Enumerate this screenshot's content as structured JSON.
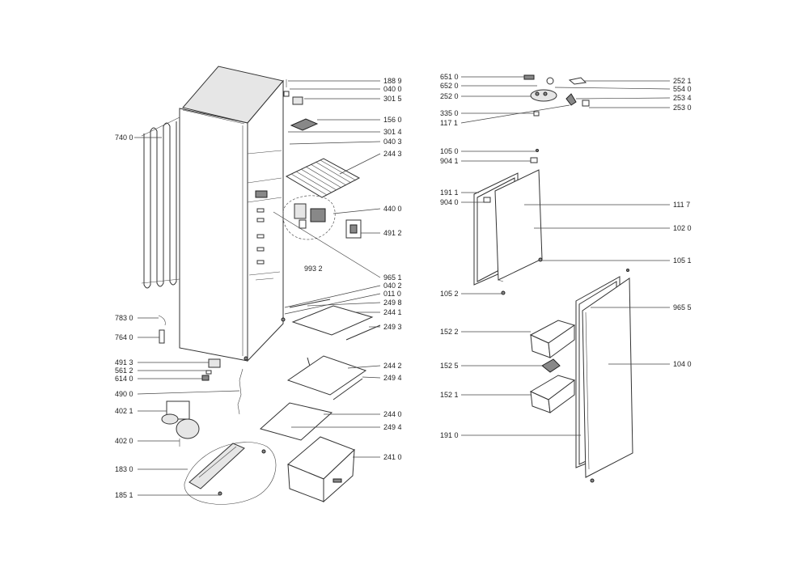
{
  "labels": [
    {
      "id": "l1889",
      "text": "188 9"
    },
    {
      "id": "l0400",
      "text": "040 0"
    },
    {
      "id": "l3015",
      "text": "301 5"
    },
    {
      "id": "l1560",
      "text": "156 0"
    },
    {
      "id": "l3014",
      "text": "301 4"
    },
    {
      "id": "l0403",
      "text": "040 3"
    },
    {
      "id": "l2443",
      "text": "244 3"
    },
    {
      "id": "l4400",
      "text": "440 0"
    },
    {
      "id": "l4912",
      "text": "491 2"
    },
    {
      "id": "l9932",
      "text": "993 2"
    },
    {
      "id": "l9651",
      "text": "965 1"
    },
    {
      "id": "l0402",
      "text": "040 2"
    },
    {
      "id": "l0110",
      "text": "011 0"
    },
    {
      "id": "l2498",
      "text": "249 8"
    },
    {
      "id": "l2441",
      "text": "244 1"
    },
    {
      "id": "l2493",
      "text": "249 3"
    },
    {
      "id": "l2442",
      "text": "244 2"
    },
    {
      "id": "l2494a",
      "text": "249 4"
    },
    {
      "id": "l2440",
      "text": "244 0"
    },
    {
      "id": "l2494b",
      "text": "249 4"
    },
    {
      "id": "l2410",
      "text": "241 0"
    },
    {
      "id": "l7400",
      "text": "740 0"
    },
    {
      "id": "l7830",
      "text": "783 0"
    },
    {
      "id": "l7640",
      "text": "764 0"
    },
    {
      "id": "l4913",
      "text": "491 3"
    },
    {
      "id": "l5612",
      "text": "561 2"
    },
    {
      "id": "l6140",
      "text": "614 0"
    },
    {
      "id": "l4900",
      "text": "490 0"
    },
    {
      "id": "l4021",
      "text": "402 1"
    },
    {
      "id": "l4020",
      "text": "402 0"
    },
    {
      "id": "l1830",
      "text": "183 0"
    },
    {
      "id": "l1851",
      "text": "185 1"
    },
    {
      "id": "l6510",
      "text": "651 0"
    },
    {
      "id": "l6520",
      "text": "652 0"
    },
    {
      "id": "l2520",
      "text": "252 0"
    },
    {
      "id": "l3350",
      "text": "335 0"
    },
    {
      "id": "l1171",
      "text": "117 1"
    },
    {
      "id": "l2521",
      "text": "252 1"
    },
    {
      "id": "l5540",
      "text": "554 0"
    },
    {
      "id": "l2534",
      "text": "253 4"
    },
    {
      "id": "l2530",
      "text": "253 0"
    },
    {
      "id": "l1050",
      "text": "105 0"
    },
    {
      "id": "l9041",
      "text": "904 1"
    },
    {
      "id": "l1911",
      "text": "191 1"
    },
    {
      "id": "l9040",
      "text": "904 0"
    },
    {
      "id": "l1117",
      "text": "111 7"
    },
    {
      "id": "l1020",
      "text": "102 0"
    },
    {
      "id": "l1051",
      "text": "105 1"
    },
    {
      "id": "l1052",
      "text": "105 2"
    },
    {
      "id": "l9655",
      "text": "965 5"
    },
    {
      "id": "l1522",
      "text": "152 2"
    },
    {
      "id": "l1040",
      "text": "104 0"
    },
    {
      "id": "l1525",
      "text": "152 5"
    },
    {
      "id": "l1521",
      "text": "152 1"
    },
    {
      "id": "l1910",
      "text": "191 0"
    }
  ]
}
